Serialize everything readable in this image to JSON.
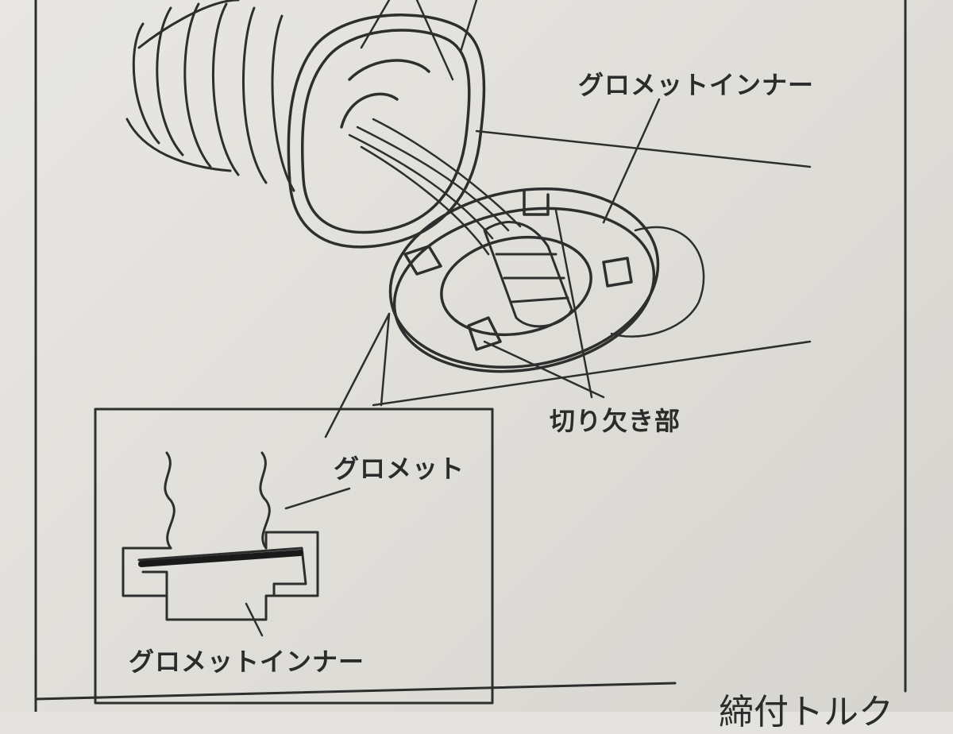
{
  "figure": {
    "type": "installation-diagram",
    "subject": "grommet and grommet inner fitting"
  },
  "labels": {
    "grommet_inner_top": "グロメットインナー",
    "notch": "切り欠き部",
    "grommet": "グロメット",
    "grommet_inner_bottom": "グロメットインナー",
    "bottom_cut_text": "締付トルク"
  },
  "colors": {
    "paper": "#e4e3df",
    "ink": "#2b2b2b"
  }
}
